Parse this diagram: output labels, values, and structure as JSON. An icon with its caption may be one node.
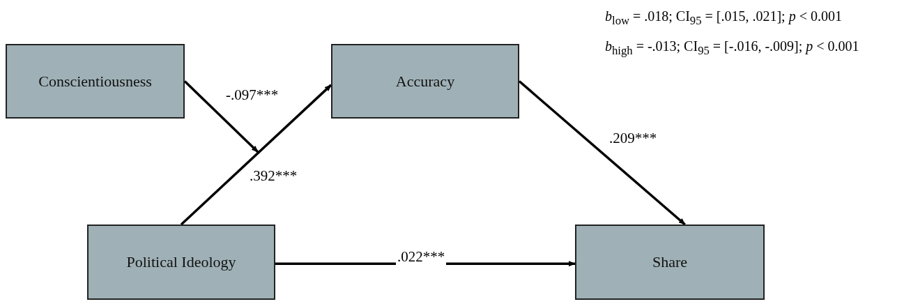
{
  "diagram": {
    "nodes": [
      {
        "text": [
          "Conscientiousness"
        ]
      },
      {
        "text": [
          "Accuracy"
        ]
      },
      {
        "text": [
          "Political Ideology"
        ]
      },
      {
        "text": [
          "Share"
        ]
      }
    ],
    "edges": [
      {
        "from": 0,
        "to": null,
        "arrow": "to",
        "label": "-.097***"
      },
      {
        "from": 2,
        "to": 1,
        "arrow": "to",
        "label": ".392***"
      },
      {
        "from": 1,
        "to": 3,
        "arrow": "to",
        "label": ".209***"
      },
      {
        "from": 2,
        "to": 3,
        "arrow": "to",
        "label": ".022***"
      }
    ],
    "labels": [
      "*b*$_{low}$ = .018; CI$_{95}$ = [.015, .021]; *p* < 0.001",
      "*b*$_{high}$ = -.013; CI$_{95}$ = [-.016, -.009]; *p* < 0.001"
    ]
  }
}
